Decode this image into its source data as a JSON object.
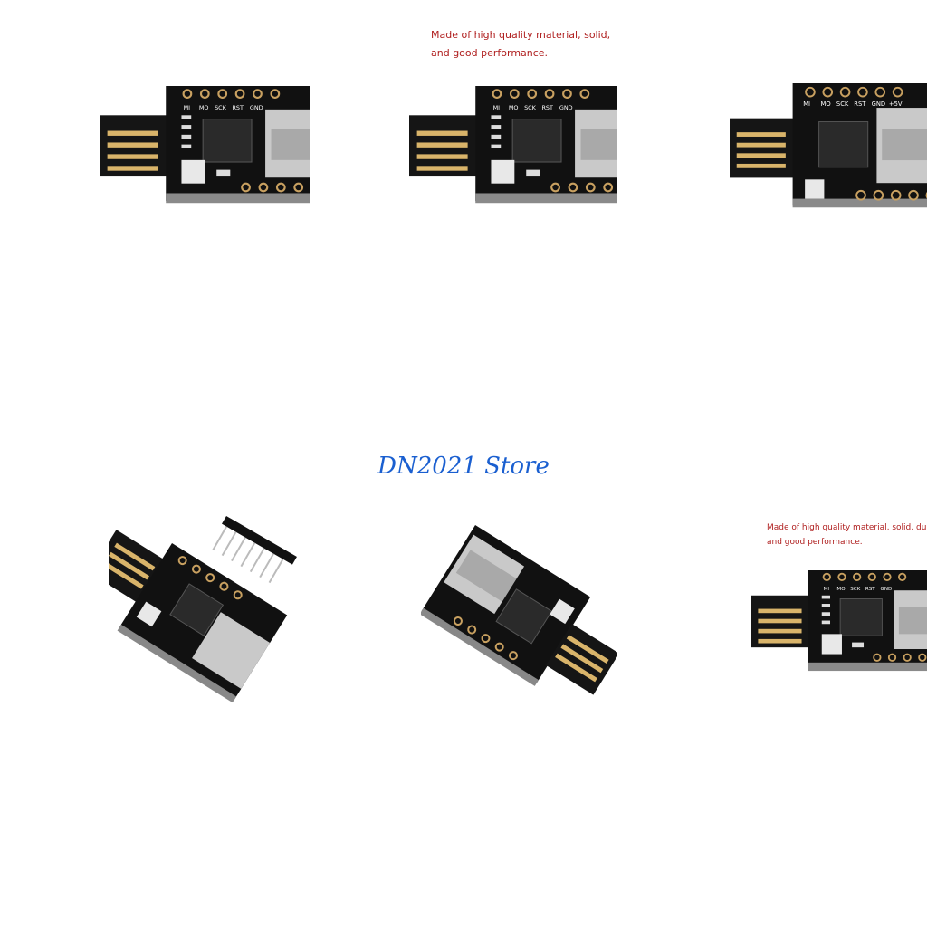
{
  "store_name": "DN2021 Store",
  "captions": {
    "panel2_line1": "Made of high quality material, solid,",
    "panel2_line2": "and good performance.",
    "panel6_line1": "Made of high quality material, solid, durab",
    "panel6_line2": "and good performance."
  },
  "pin_labels": {
    "mi": "MI",
    "mo": "MO",
    "sck": "SCK",
    "rst": "RST",
    "gnd": "GND",
    "v5": "+5V"
  },
  "colors": {
    "board": "#111111",
    "gold": "#d9b46a",
    "store_text": "#1a5fd0",
    "caption_text": "#b02020"
  }
}
